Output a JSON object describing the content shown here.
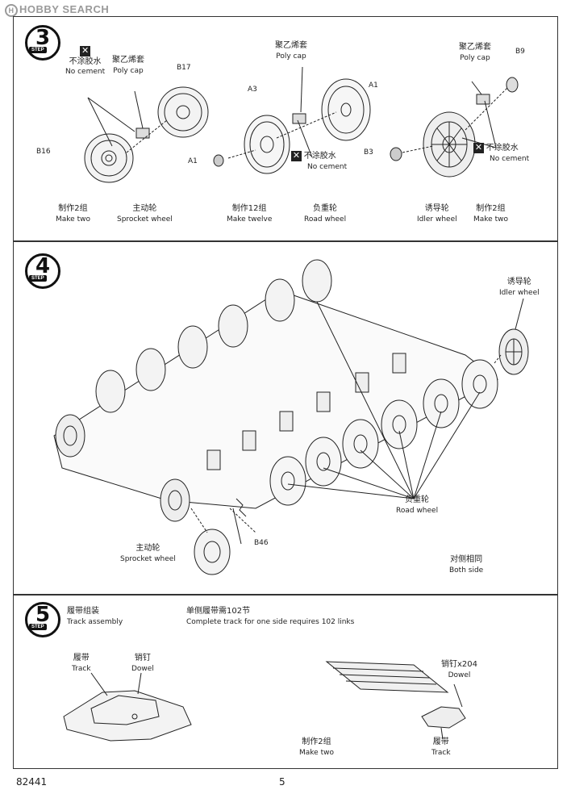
{
  "watermark": "HOBBY SEARCH",
  "step3": {
    "number": "3",
    "step_word": "STEP",
    "codes": {
      "b17": "B17",
      "b16": "B16",
      "a3": "A3",
      "a1_top": "A1",
      "a1_left": "A1",
      "b3": "B3",
      "b9": "B9"
    },
    "no_cement_left": {
      "cn": "不涂胶水",
      "en": "No cement"
    },
    "poly_cap_left": {
      "cn": "聚乙烯套",
      "en": "Poly cap"
    },
    "poly_cap_mid": {
      "cn": "聚乙烯套",
      "en": "Poly cap"
    },
    "poly_cap_right": {
      "cn": "聚乙烯套",
      "en": "Poly cap"
    },
    "no_cement_mid": {
      "cn": "不涂胶水",
      "en": "No cement"
    },
    "no_cement_right": {
      "cn": "不涂胶水",
      "en": "No cement"
    },
    "make_two_left": {
      "cn": "制作2组",
      "en": "Make two"
    },
    "sprocket": {
      "cn": "主动轮",
      "en": "Sprocket wheel"
    },
    "make_twelve": {
      "cn": "制作12组",
      "en": "Make twelve"
    },
    "road_wheel": {
      "cn": "负重轮",
      "en": "Road wheel"
    },
    "idler": {
      "cn": "诱导轮",
      "en": "Idler wheel"
    },
    "make_two_right": {
      "cn": "制作2组",
      "en": "Make two"
    },
    "x_mark": "✕"
  },
  "step4": {
    "number": "4",
    "step_word": "STEP",
    "idler": {
      "cn": "诱导轮",
      "en": "Idler wheel"
    },
    "road_wheel": {
      "cn": "负重轮",
      "en": "Road wheel"
    },
    "sprocket": {
      "cn": "主动轮",
      "en": "Sprocket wheel"
    },
    "b46": "B46",
    "both_side": {
      "cn": "对侧相同",
      "en": "Both side"
    }
  },
  "step5": {
    "number": "5",
    "step_word": "STEP",
    "title": {
      "cn": "履带组装",
      "en": "Track assembly"
    },
    "note": {
      "cn": "单侧履带需102节",
      "en": "Complete track for one side requires 102 links"
    },
    "track": {
      "cn": "履带",
      "en": "Track"
    },
    "dowel": {
      "cn": "销钉",
      "en": "Dowel"
    },
    "dowel_x204": {
      "cn": "销钉x204",
      "en": "Dowel"
    },
    "make_two": {
      "cn": "制作2组",
      "en": "Make two"
    },
    "track_right": {
      "cn": "履带",
      "en": "Track"
    }
  },
  "footer": {
    "code": "82441",
    "page": "5"
  }
}
